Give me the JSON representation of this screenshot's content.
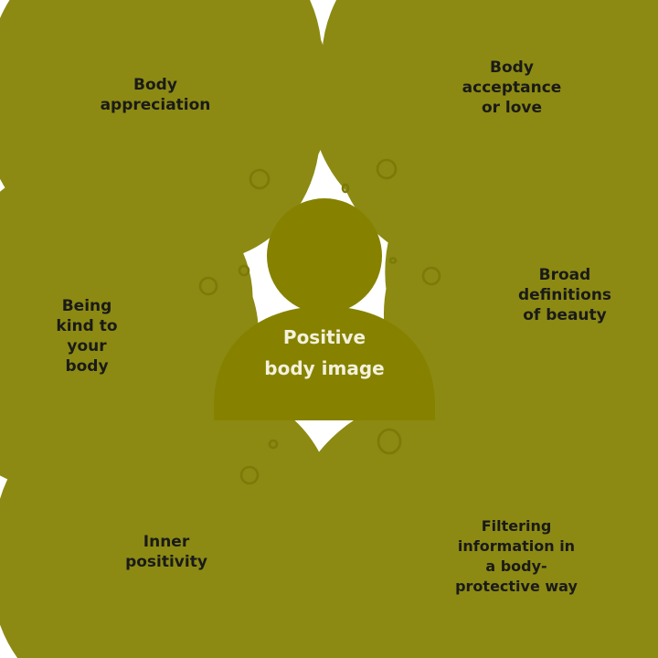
{
  "colors": {
    "accent": "#868200",
    "cloud_stroke": "#8c8a12",
    "text": "#1a1a1a",
    "center_text": "#f4f1dc",
    "background": "#ffffff"
  },
  "center": {
    "icon": "person-silhouette-icon",
    "line1": "Positive",
    "line2": "body image"
  },
  "clouds": [
    {
      "id": "body-appreciation",
      "lines": [
        "Body",
        "appreciation"
      ]
    },
    {
      "id": "body-acceptance",
      "lines": [
        "Body",
        "acceptance",
        "or love"
      ]
    },
    {
      "id": "broad-definitions",
      "lines": [
        "Broad",
        "definitions",
        "of beauty"
      ]
    },
    {
      "id": "being-kind",
      "lines": [
        "Being",
        "kind to",
        "your",
        "body"
      ]
    },
    {
      "id": "inner-positivity",
      "lines": [
        "Inner",
        "positivity"
      ]
    },
    {
      "id": "filtering-information",
      "lines": [
        "Filtering",
        "information in",
        "a body-",
        "protective way"
      ]
    }
  ]
}
